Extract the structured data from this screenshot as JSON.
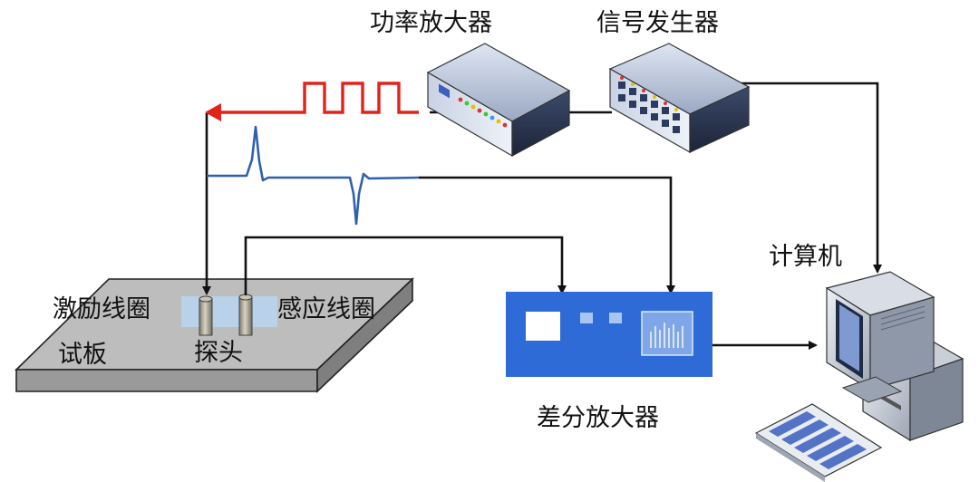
{
  "labels": {
    "power_amplifier": "功率放大器",
    "signal_generator": "信号发生器",
    "computer": "计算机",
    "excitation_coil": "激励线圈",
    "sensing_coil": "感应线圈",
    "test_plate": "试板",
    "probe": "探头",
    "differential_amplifier": "差分放大器"
  },
  "colors": {
    "excitation_signal": "#e2231a",
    "response_signal": "#2f5fb3",
    "wire": "#111111",
    "diff_amp_body": "#2e6bd6",
    "probe_block": "#b8d4ee",
    "plate_top": "#bdbdbd"
  }
}
